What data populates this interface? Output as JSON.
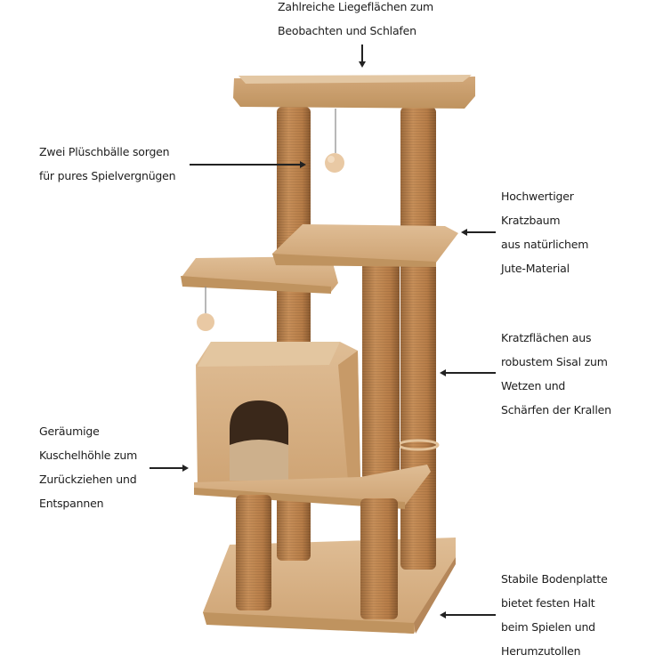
{
  "image": {
    "subject": "Cat scratching tree with multiple platforms, cave, sisal posts and plush balls",
    "colors": {
      "background": "#ffffff",
      "post": "#b87e49",
      "board": "#d6ae80",
      "text": "#1d1d1d",
      "arrow": "#222222"
    }
  },
  "callouts": {
    "top": {
      "lines": [
        "Zahlreiche Liegeflächen zum",
        "Beobachten und Schlafen"
      ]
    },
    "balls": {
      "lines": [
        "Zwei Plüschbälle sorgen",
        "für pures Spielvergnügen"
      ]
    },
    "jute": {
      "lines": [
        "Hochwertiger",
        "Kratzbaum",
        "aus natürlichem",
        "Jute-Material"
      ]
    },
    "sisal": {
      "lines": [
        "Kratzflächen aus",
        "robustem Sisal zum",
        "Wetzen und",
        "Schärfen der Krallen"
      ]
    },
    "cave": {
      "lines": [
        "Geräumige",
        "Kuschelhöhle zum",
        "Zurückziehen und",
        "Entspannen"
      ]
    },
    "base": {
      "lines": [
        "Stabile Bodenplatte",
        "bietet festen Halt",
        "beim Spielen und",
        "Herumzutollen"
      ]
    }
  }
}
